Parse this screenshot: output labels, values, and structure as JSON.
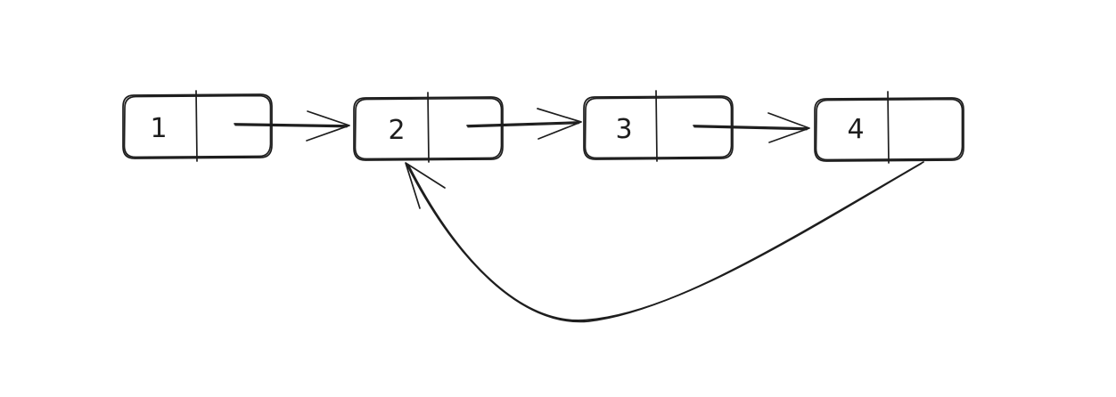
{
  "diagram": {
    "stroke_color": "#1e1e1e",
    "background_color": "#ffffff",
    "nodes": [
      {
        "id": "node-1",
        "value": "1"
      },
      {
        "id": "node-2",
        "value": "2"
      },
      {
        "id": "node-3",
        "value": "3"
      },
      {
        "id": "node-4",
        "value": "4"
      }
    ],
    "edges": [
      {
        "from": "node-1",
        "to": "node-2"
      },
      {
        "from": "node-2",
        "to": "node-3"
      },
      {
        "from": "node-3",
        "to": "node-4"
      },
      {
        "from": "node-4",
        "to": "node-2"
      }
    ]
  }
}
